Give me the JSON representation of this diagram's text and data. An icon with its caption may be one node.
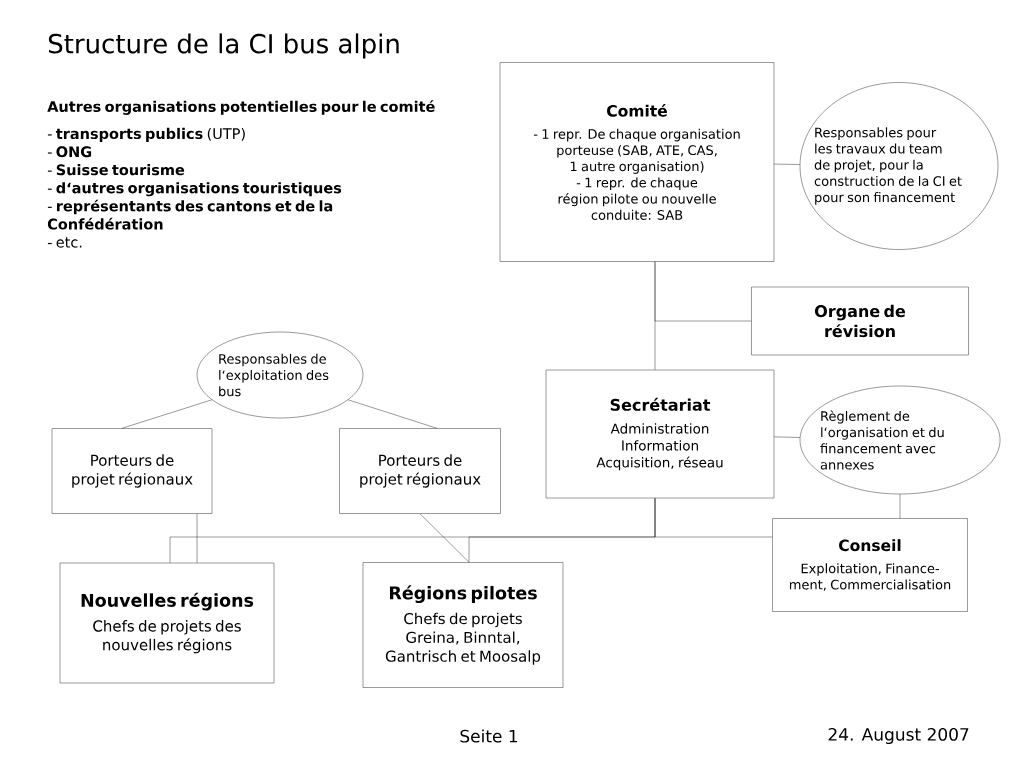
{
  "diagram": {
    "title": "Structure de la CI bus alpin",
    "nodes": [
      {
        "text": [
          "Comité",
          "- 1 repr. De chaque organisation porteuse (SAB, ATE, CAS, 1 autre organisation)",
          "- 1 repr. de chaque région pilote ou nouvelle",
          "conduite: SAB"
        ]
      },
      {
        "text": [
          "Responsables pour les travaux du team de projet, pour la construction de la CI et pour son financement"
        ]
      },
      {
        "text": [
          "Organe de révision"
        ]
      },
      {
        "text": [
          "Secrétariat",
          "Administration Information Acquisition, réseau"
        ]
      },
      {
        "text": [
          "Règlement de l‘organisation et du financement avec annexes"
        ]
      },
      {
        "text": [
          "Conseil",
          "Exploitation, Finance-ment, Commercialisation"
        ]
      },
      {
        "text": [
          "Responsables de l‘exploitation des bus"
        ]
      },
      {
        "text": [
          "Porteurs de projet régionaux"
        ]
      },
      {
        "text": [
          "Porteurs de projet régionaux"
        ]
      },
      {
        "text": [
          "Nouvelles régions",
          "Chefs de projets des nouvelles régions"
        ]
      },
      {
        "text": [
          "Régions pilotes",
          "Chefs de projets Greina, Binntal, Gantrisch et Moosalp"
        ]
      }
    ],
    "edges": [
      {
        "from": 0,
        "to": 1,
        "arrow": "none"
      },
      {
        "from": 0,
        "to": 2,
        "arrow": "none"
      },
      {
        "from": 0,
        "to": 3,
        "arrow": "none"
      },
      {
        "from": 3,
        "to": 4,
        "arrow": "none"
      },
      {
        "from": 4,
        "to": 5,
        "arrow": "none"
      },
      {
        "from": 3,
        "to": 9,
        "arrow": "none"
      },
      {
        "from": 3,
        "to": 10,
        "arrow": "none"
      },
      {
        "from": 3,
        "to": 5,
        "arrow": "none"
      },
      {
        "from": 6,
        "to": 7,
        "arrow": "none"
      },
      {
        "from": 6,
        "to": 8,
        "arrow": "none"
      },
      {
        "from": 7,
        "to": 9,
        "arrow": "none"
      },
      {
        "from": 8,
        "to": 10,
        "arrow": "none"
      }
    ],
    "labels": [
      "Autres organisations potentielles pour le comité",
      "- **transports publics** (UTP)",
      "- **ONG**",
      "- **Suisse tourisme**",
      "- **d‘autres organisations touristiques**",
      "- **représentants des cantons et de la Confédération**",
      "- etc.",
      "Seite 1",
      "24. August 2007"
    ]
  }
}
